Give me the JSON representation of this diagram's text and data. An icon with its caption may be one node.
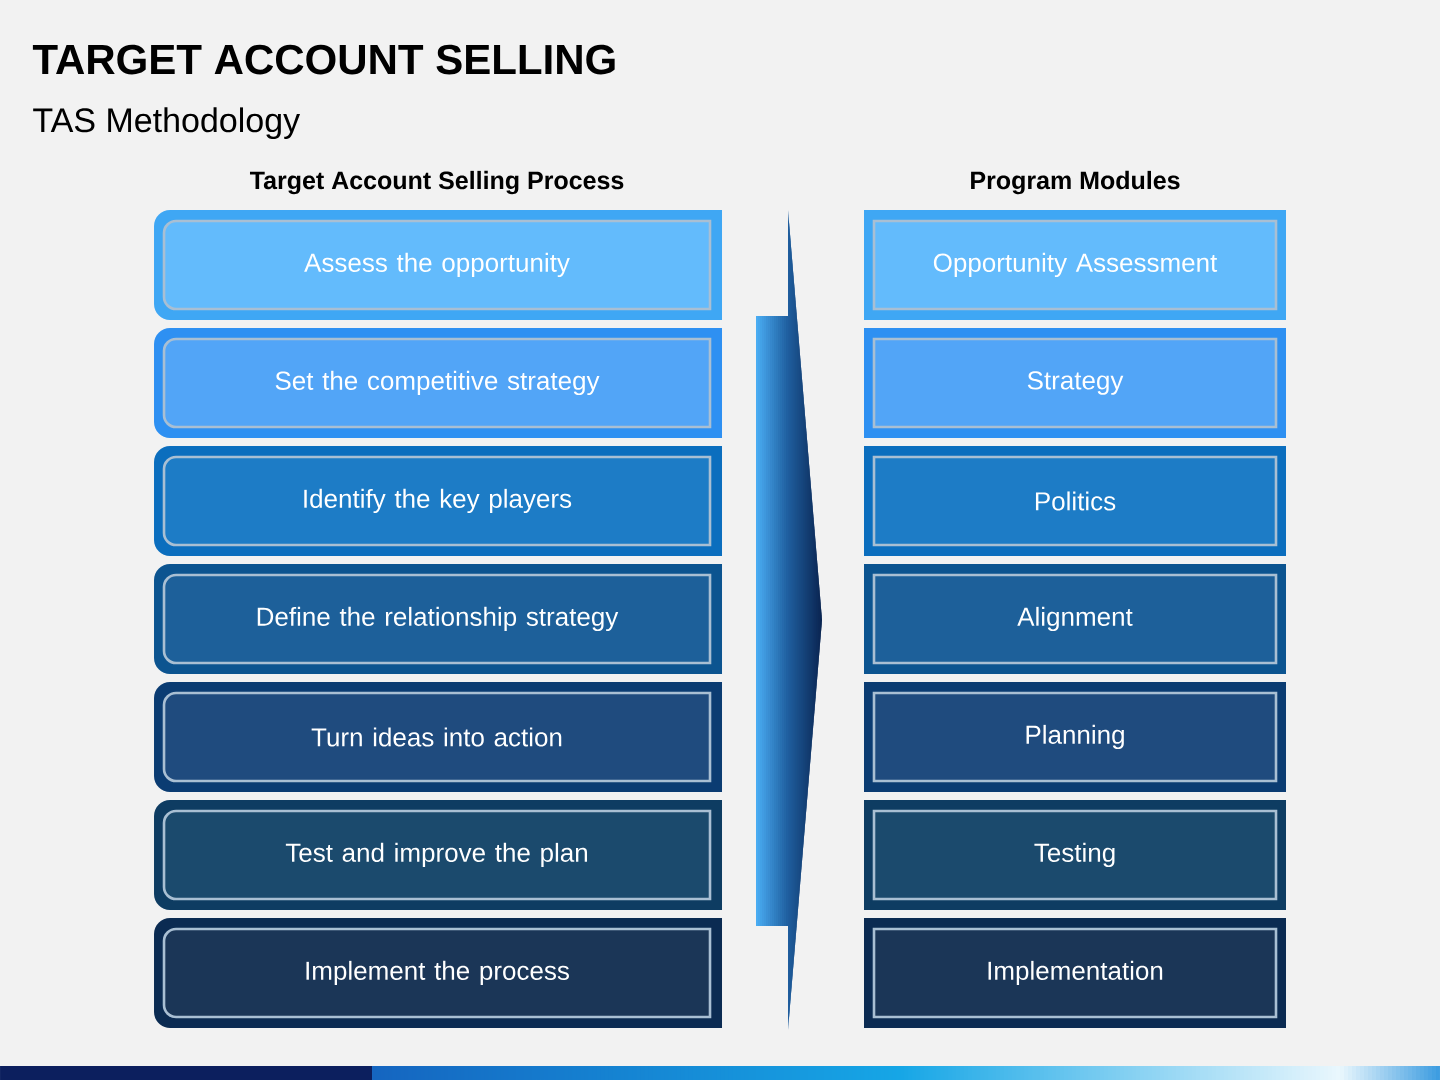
{
  "diagram": {
    "title": "TARGET ACCOUNT SELLING",
    "nodes": [
      {
        "text": [
          "Assess the opportunity"
        ]
      },
      {
        "text": [
          "Set the competitive strategy"
        ]
      },
      {
        "text": [
          "Identify the key players"
        ]
      },
      {
        "text": [
          "Define the relationship strategy"
        ]
      },
      {
        "text": [
          "Turn ideas into action"
        ]
      },
      {
        "text": [
          "Test and improve the plan"
        ]
      },
      {
        "text": [
          "Implement the process"
        ]
      },
      {
        "text": [
          "Opportunity Assessment"
        ]
      },
      {
        "text": [
          "Strategy"
        ]
      },
      {
        "text": [
          "Politics"
        ]
      },
      {
        "text": [
          "Alignment"
        ]
      },
      {
        "text": [
          "Planning"
        ]
      },
      {
        "text": [
          "Testing"
        ]
      },
      {
        "text": [
          "Implementation"
        ]
      }
    ],
    "labels": [
      "TAS Methodology",
      "Target Account Selling Process",
      "Program Modules"
    ]
  }
}
